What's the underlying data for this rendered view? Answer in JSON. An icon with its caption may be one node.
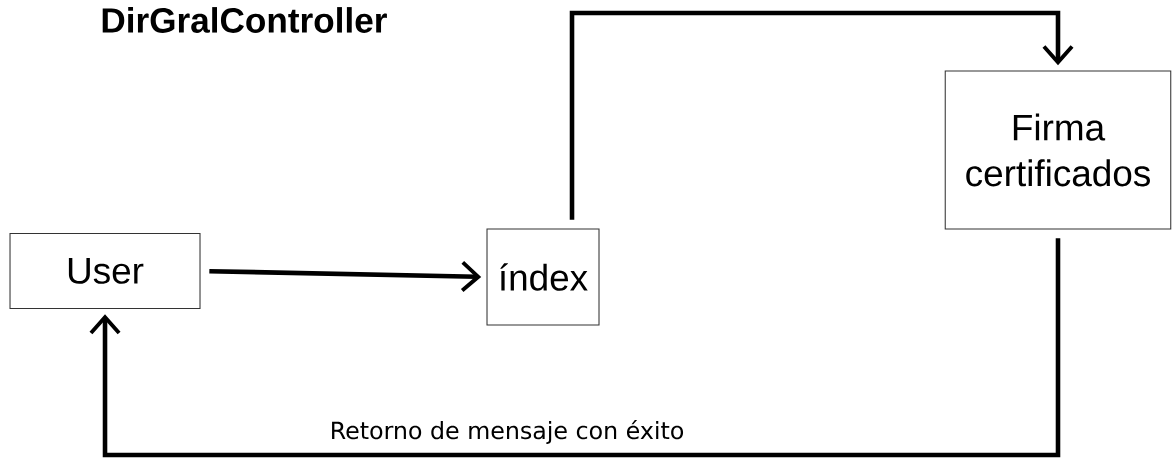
{
  "diagram": {
    "title": "DirGralController",
    "nodes": [
      {
        "text": [
          "User"
        ]
      },
      {
        "text": [
          "índex"
        ]
      },
      {
        "text": [
          "Firma certificados"
        ]
      }
    ],
    "edges": [
      {
        "from": 0,
        "to": 1,
        "arrow": "to"
      },
      {
        "from": 1,
        "to": 2,
        "arrow": "to"
      },
      {
        "from": 2,
        "to": 0,
        "arrow": "to",
        "label": "Retorno de mensaje con éxito"
      }
    ]
  }
}
